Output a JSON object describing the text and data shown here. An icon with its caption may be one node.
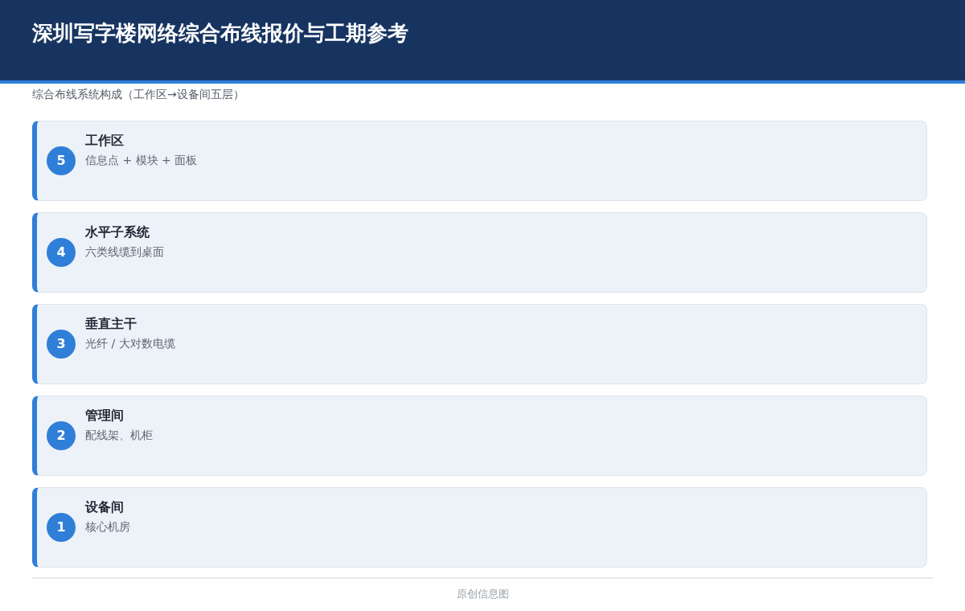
{
  "diagram": {
    "title": "深圳写字楼网络综合布线报价与工期参考",
    "nodes": [
      {
        "text": [
          "工作区",
          "信息点 + 模块 + 面板"
        ]
      },
      {
        "text": [
          "5"
        ],
        "in": 0
      },
      {
        "text": [
          "水平子系统",
          "六类线缆到桌面"
        ]
      },
      {
        "text": [
          "4"
        ],
        "in": 2
      },
      {
        "text": [
          "垂直主干",
          "光纤 / 大对数电缆"
        ]
      },
      {
        "text": [
          "3"
        ],
        "in": 4
      },
      {
        "text": [
          "管理间",
          "配线架、机柜"
        ]
      },
      {
        "text": [
          "2"
        ],
        "in": 6
      },
      {
        "text": [
          "设备间",
          "核心机房"
        ]
      },
      {
        "text": [
          "1"
        ],
        "in": 8
      }
    ],
    "labels": [
      "综合布线系统构成（工作区→设备间五层）"
    ],
    "caption": "原创信息图"
  }
}
